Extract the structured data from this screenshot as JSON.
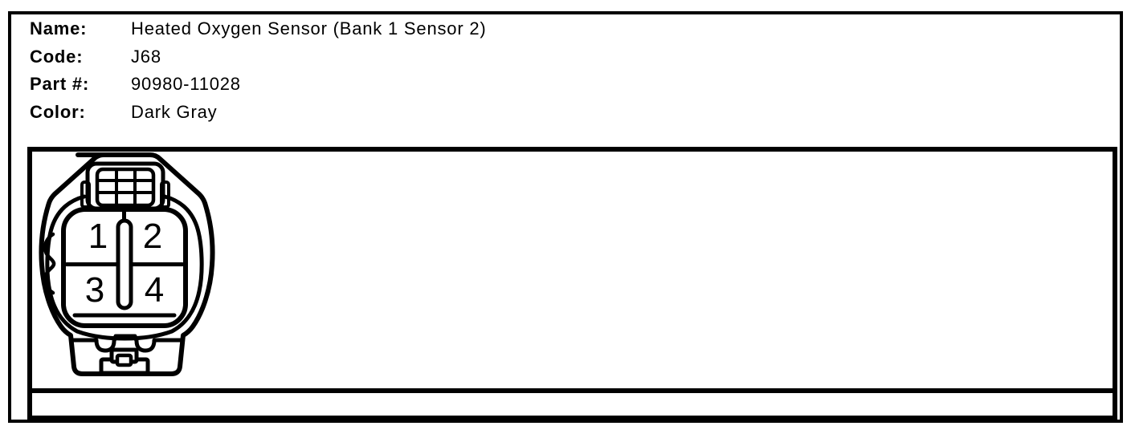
{
  "colors": {
    "ink": "#000000",
    "paper": "#ffffff"
  },
  "header": {
    "fields": [
      {
        "label": "Name:",
        "value": "Heated Oxygen Sensor (Bank 1 Sensor 2)"
      },
      {
        "label": "Code:",
        "value": "J68"
      },
      {
        "label": "Part #:",
        "value": "90980-11028"
      },
      {
        "label": "Color:",
        "value": "Dark Gray"
      }
    ]
  },
  "diagram": {
    "pins": [
      {
        "number": "1"
      },
      {
        "number": "2"
      },
      {
        "number": "3"
      },
      {
        "number": "4"
      }
    ]
  }
}
